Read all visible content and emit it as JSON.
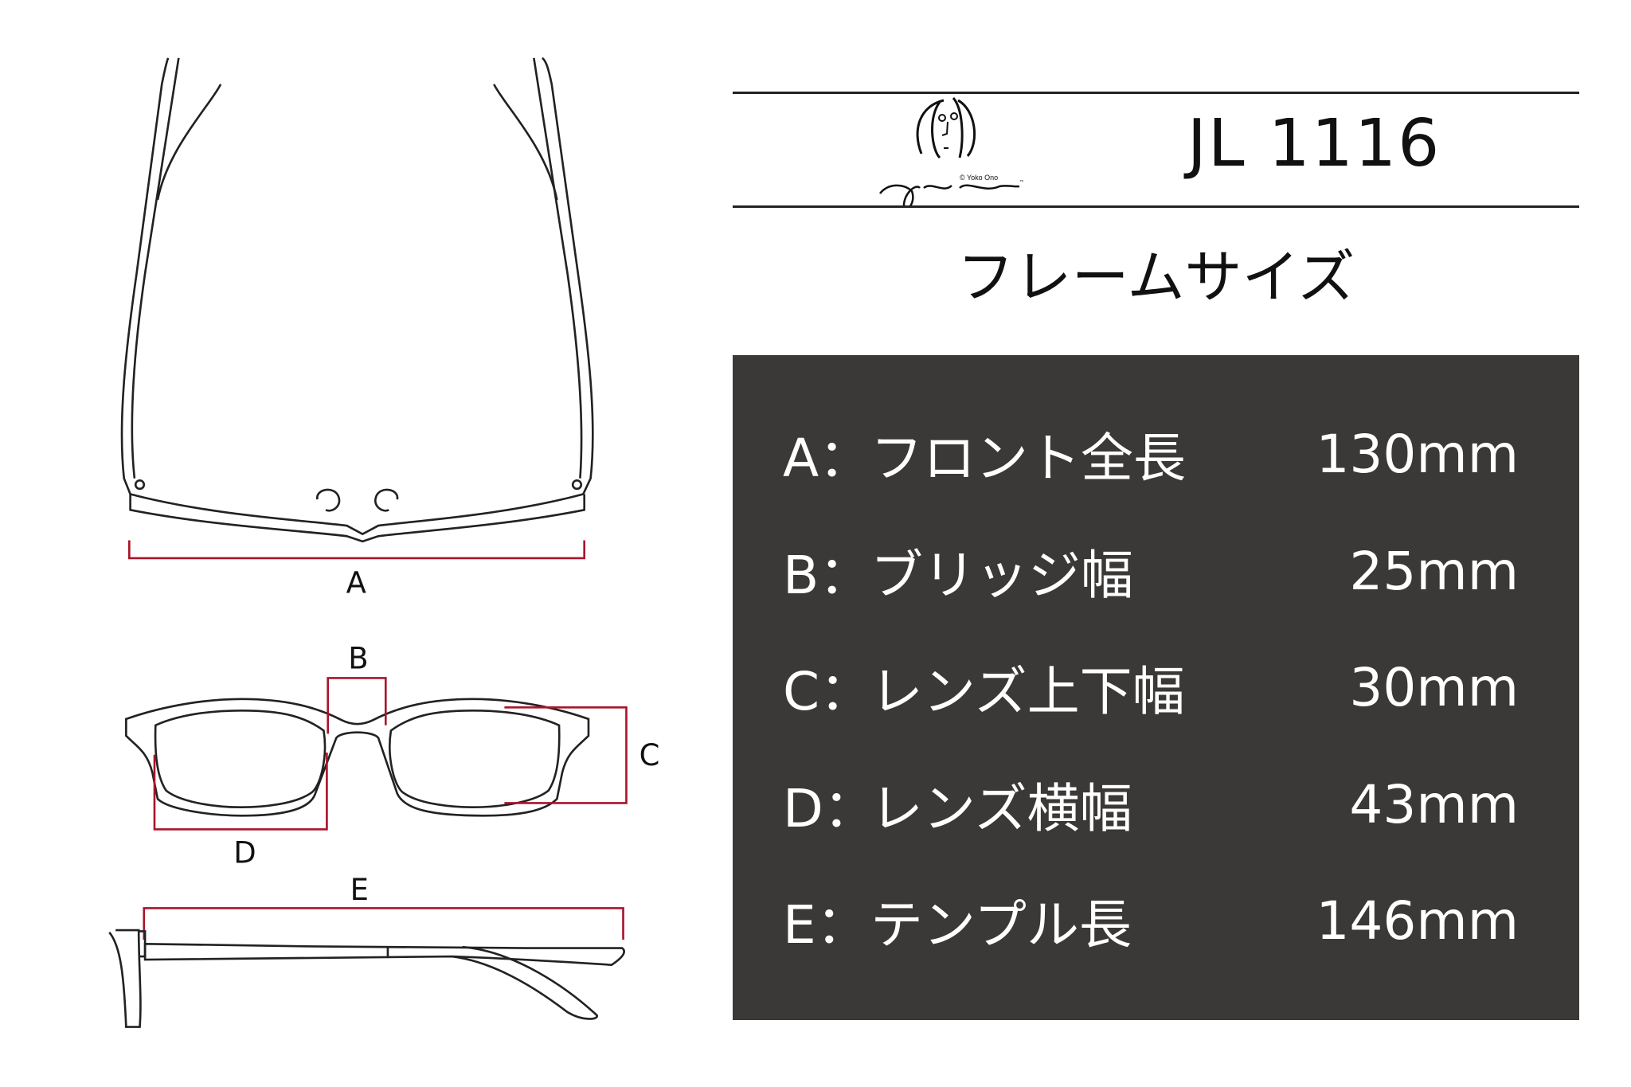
{
  "brand": {
    "logo_text": "John Lennon",
    "copyright": "© Yoko Ono",
    "trademark": "™"
  },
  "model": "JL 1116",
  "subtitle": "フレームサイズ",
  "colors": {
    "panel": "#3a3937",
    "measure_line": "#a8152a",
    "text": "#111111"
  },
  "diagram_labels": {
    "a": "A",
    "b": "B",
    "c": "C",
    "d": "D",
    "e": "E"
  },
  "sizes": [
    {
      "key": "A：",
      "name": "フロント全長",
      "value": "130mm"
    },
    {
      "key": "B：",
      "name": "ブリッジ幅",
      "value": "25mm"
    },
    {
      "key": "C：",
      "name": "レンズ上下幅",
      "value": "30mm"
    },
    {
      "key": "D：",
      "name": "レンズ横幅",
      "value": "43mm"
    },
    {
      "key": "E：",
      "name": "テンプル長",
      "value": "146mm"
    }
  ]
}
